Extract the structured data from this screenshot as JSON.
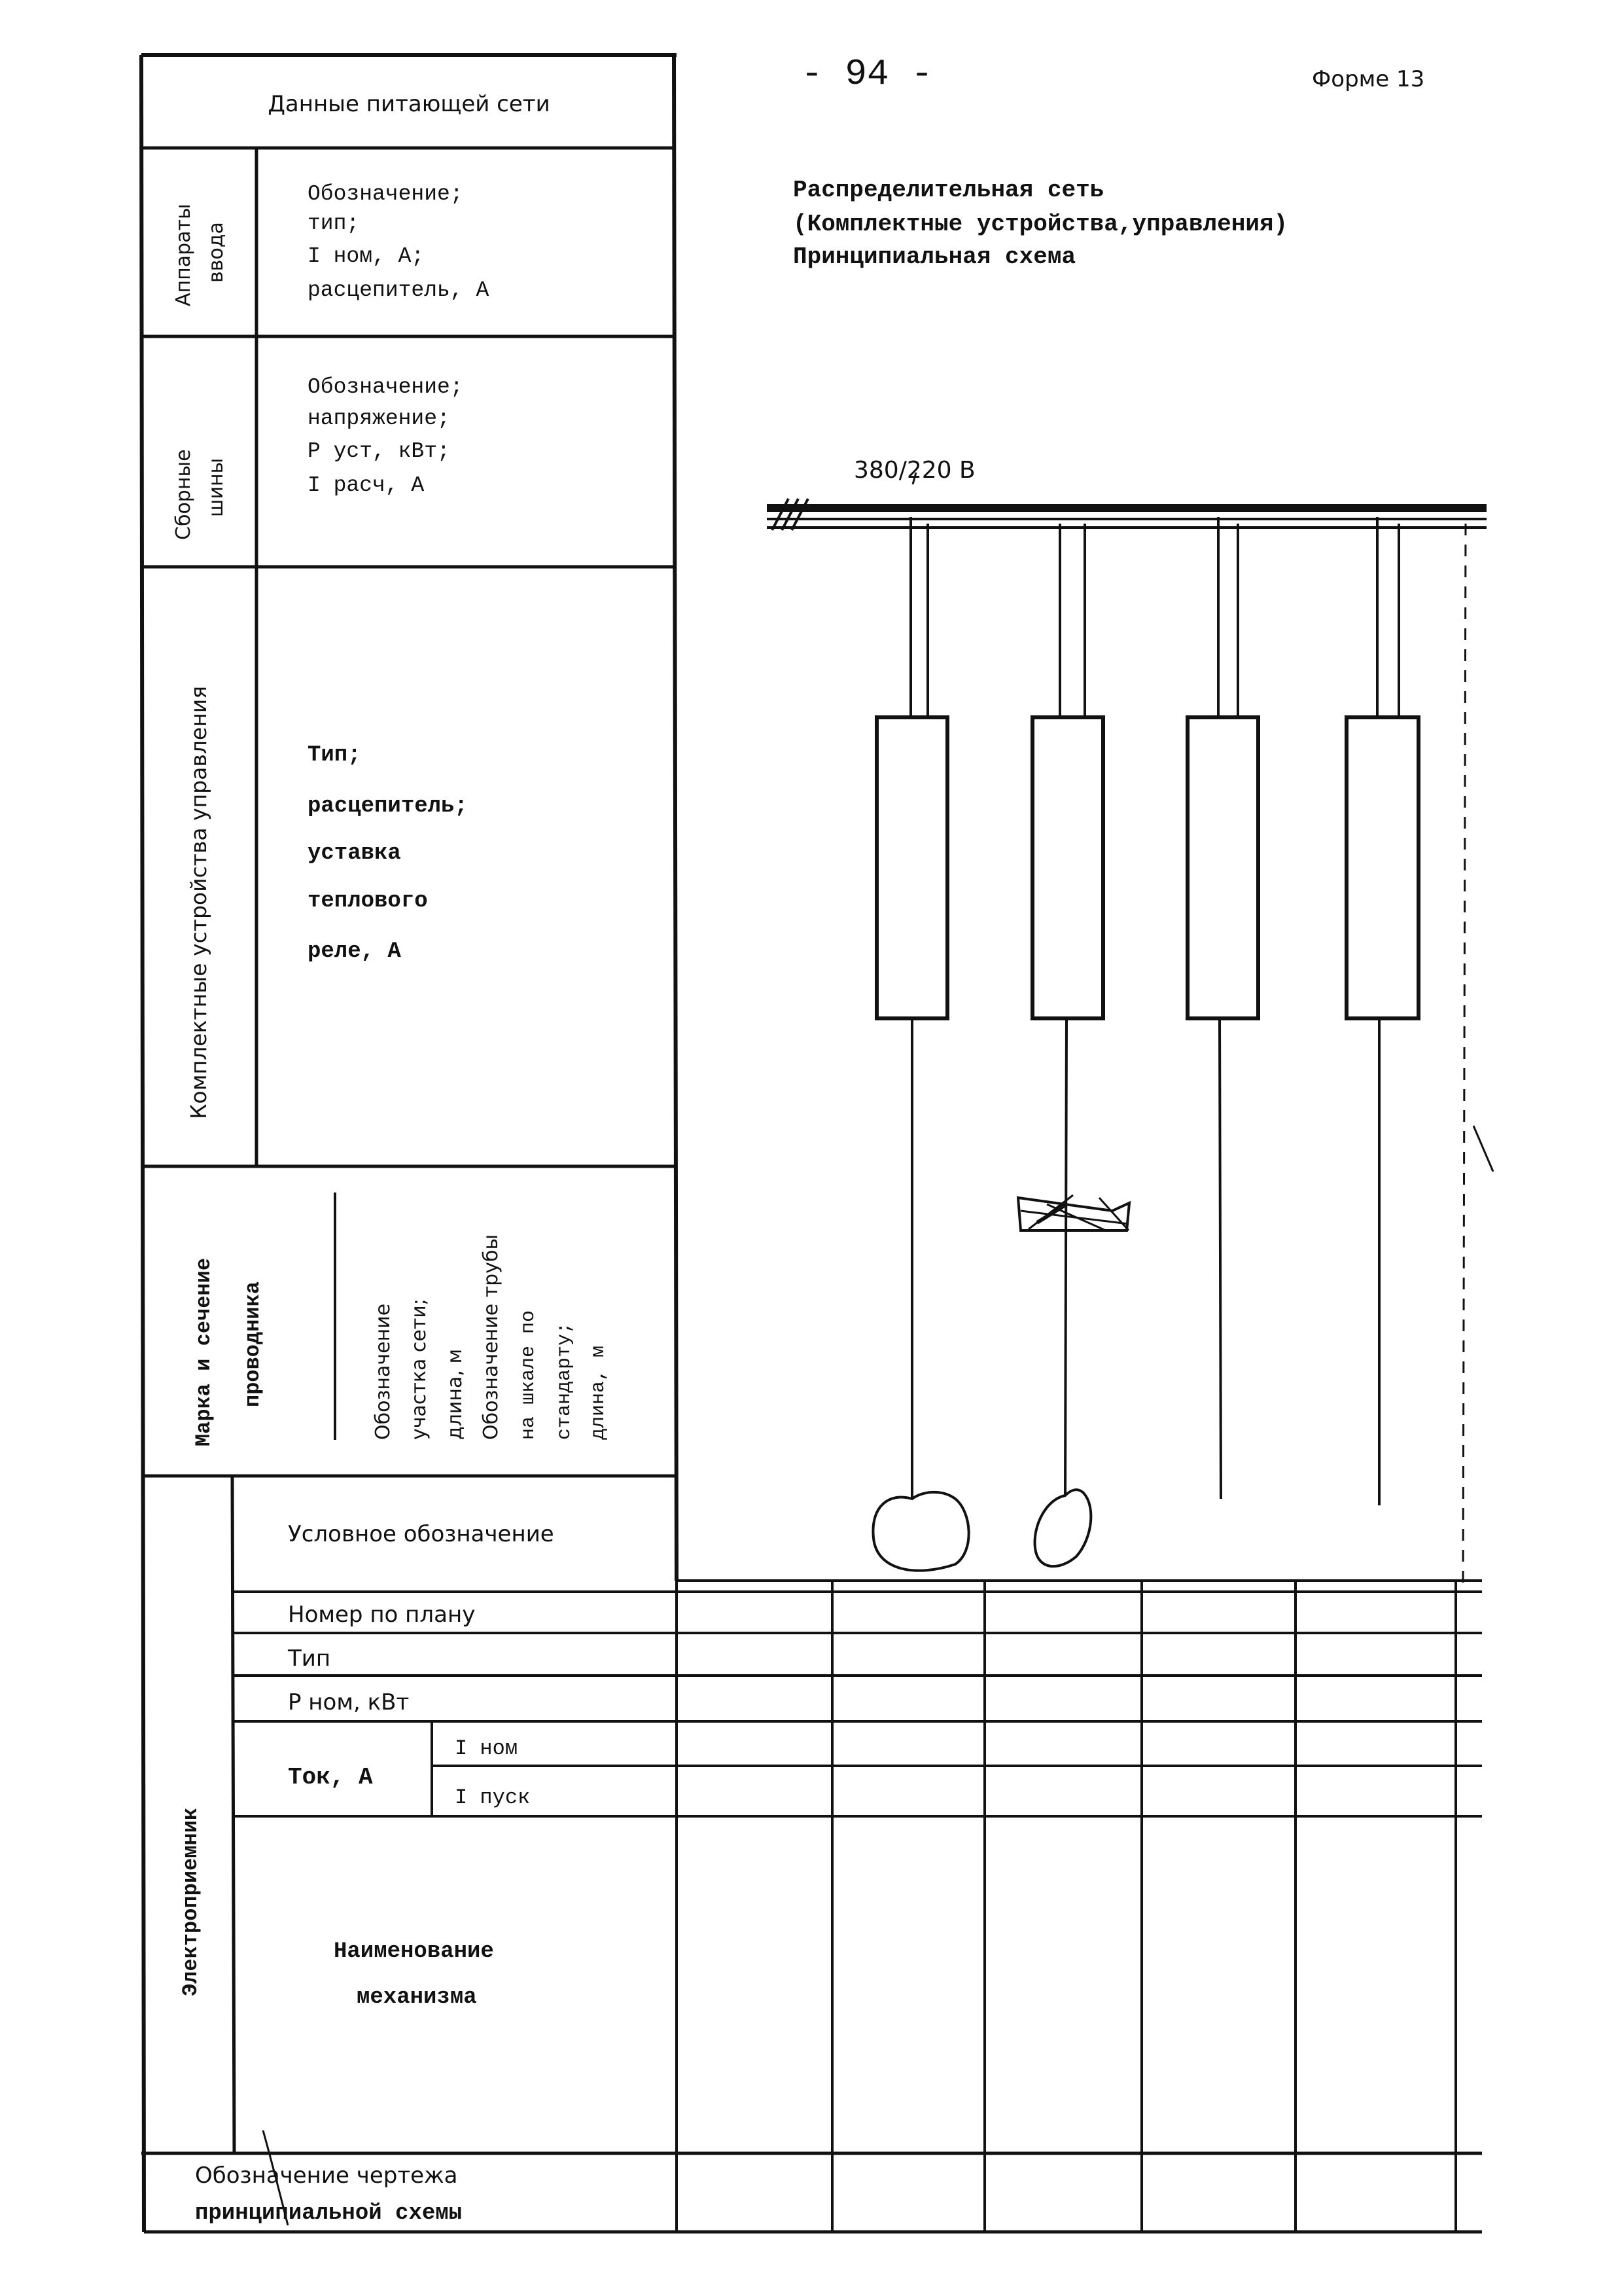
{
  "header": {
    "page_number": "- 94 -",
    "form_label": "Форме 13"
  },
  "title": {
    "line1": "Распределительная сеть",
    "line2": "(Комплектные устройства,управления)",
    "line3": "Принципиальная схема"
  },
  "scheme": {
    "voltage_label": "380/220 В"
  },
  "left_table": {
    "supply_header": "Данные питающей сети",
    "input_devices": {
      "label_line1": "Аппараты",
      "label_line2": "ввода",
      "fields": [
        "Обозначение;",
        "тип;",
        "I ном, А;",
        "расцепитель, А"
      ]
    },
    "busbars": {
      "label_line1": "Сборные",
      "label_line2": "шины",
      "fields": [
        "Обозначение;",
        "напряжение;",
        "Р уст, кВт;",
        "I расч, А"
      ]
    },
    "control_units": {
      "label": "Комплектные устройства управления",
      "fields": [
        "Тип;",
        "расцепитель;",
        "уставка",
        "теплового",
        "реле, А"
      ]
    },
    "conductor": {
      "label_line1": "Марка и сечение",
      "label_line2": "проводника",
      "fields": [
        "Обозначение",
        "участка сети;",
        "длина, м",
        "Обозначение трубы",
        "на шкале по",
        "стандарту;",
        "длина, м"
      ]
    },
    "receivers": {
      "label": "Электроприемник",
      "symbol_row": "Условное обозначение",
      "plan_number": "Номер по плану",
      "type": "Тип",
      "power": "Р ном, кВт",
      "current": "Ток, А",
      "current_nom": "I ном",
      "current_start": "I пуск",
      "mechanism_line1": "Наименование",
      "mechanism_line2": "механизма"
    },
    "drawing_ref_line1": "Обозначение чертежа",
    "drawing_ref_line2": "принципиальной схемы"
  }
}
